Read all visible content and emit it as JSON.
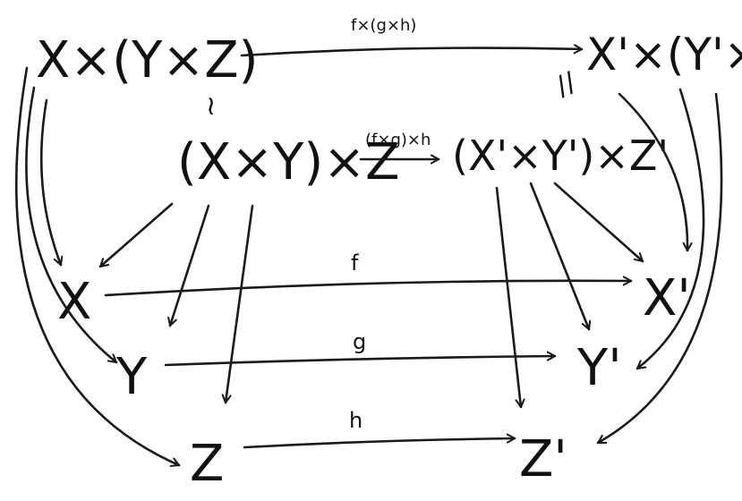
{
  "nodes": {
    "a_prod": "X×(Y×Z)",
    "b_prod": "X'×(Y'×Z')",
    "a_assoc": "(X×Y)×Z",
    "b_assoc": "(X'×Y')×Z'",
    "x": "X",
    "y": "Y",
    "z": "Z",
    "x2": "X'",
    "y2": "Y'",
    "z2": "Z'"
  },
  "labels": {
    "top": "f×(g×h)",
    "mid": "(f×g)×h",
    "f": "f",
    "g": "g",
    "h": "h",
    "iso_left": "≀",
    "iso_right": "//"
  },
  "colors": {
    "ink": "#1a1a1a",
    "background": "#ffffff"
  }
}
